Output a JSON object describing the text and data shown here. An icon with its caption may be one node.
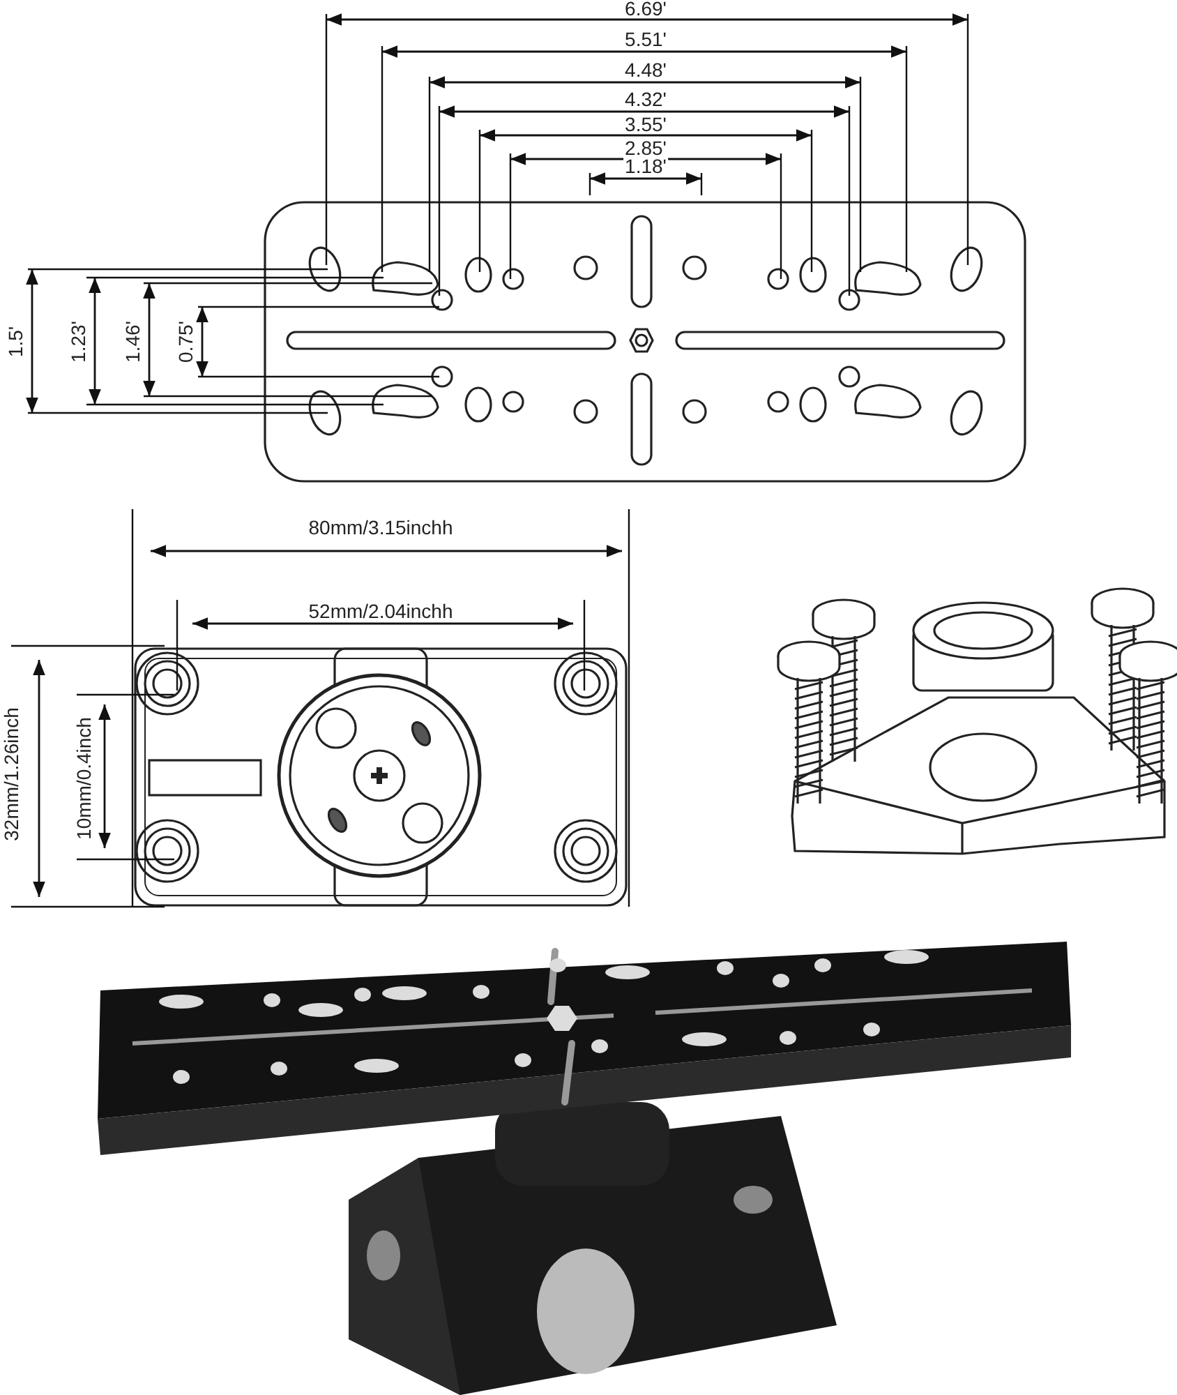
{
  "diagram": {
    "labels": [
      "6.69'",
      "5.51'",
      "4.48'",
      "4.32'",
      "3.55'",
      "2.85'",
      "1.18'",
      "1.5'",
      "1.23'",
      "1.46'",
      "0.75'",
      "80mm/3.15inchh",
      "52mm/2.04inchh",
      "32mm/1.26inch",
      "10mm/0.4inch"
    ]
  }
}
